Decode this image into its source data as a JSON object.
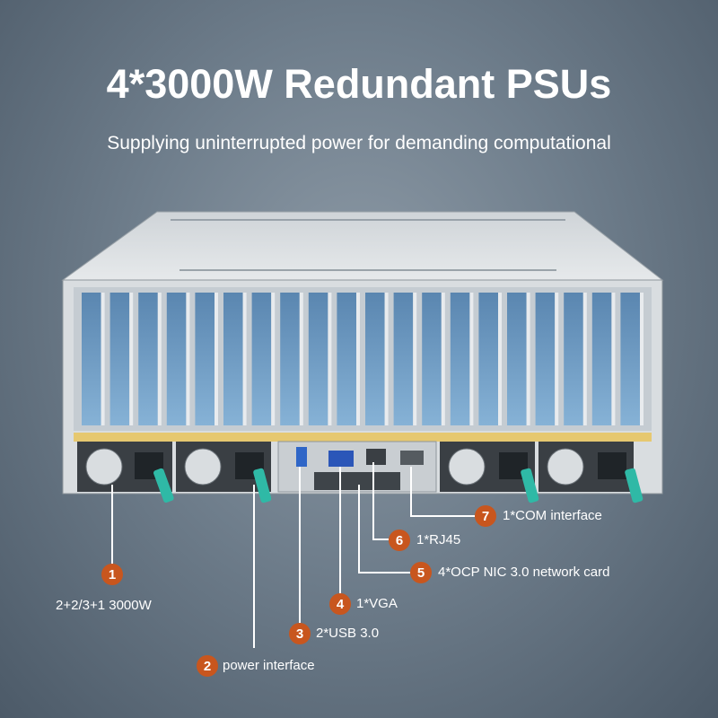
{
  "header": {
    "title": "4*3000W Redundant PSUs",
    "subtitle": "Supplying uninterrupted power for demanding computational"
  },
  "callouts": [
    {
      "number": "1",
      "label": "2+2/3+1 3000W"
    },
    {
      "number": "2",
      "label": "power interface"
    },
    {
      "number": "3",
      "label": "2*USB 3.0"
    },
    {
      "number": "4",
      "label": "1*VGA"
    },
    {
      "number": "5",
      "label": "4*OCP NIC 3.0 network card"
    },
    {
      "number": "6",
      "label": "1*RJ45"
    },
    {
      "number": "7",
      "label": "1*COM interface"
    }
  ],
  "colors": {
    "badge": "#c8561e",
    "background": "#6f7e8c",
    "psu_handle": "#2fb9a6",
    "pcie_slot": "#6b9ec8"
  }
}
